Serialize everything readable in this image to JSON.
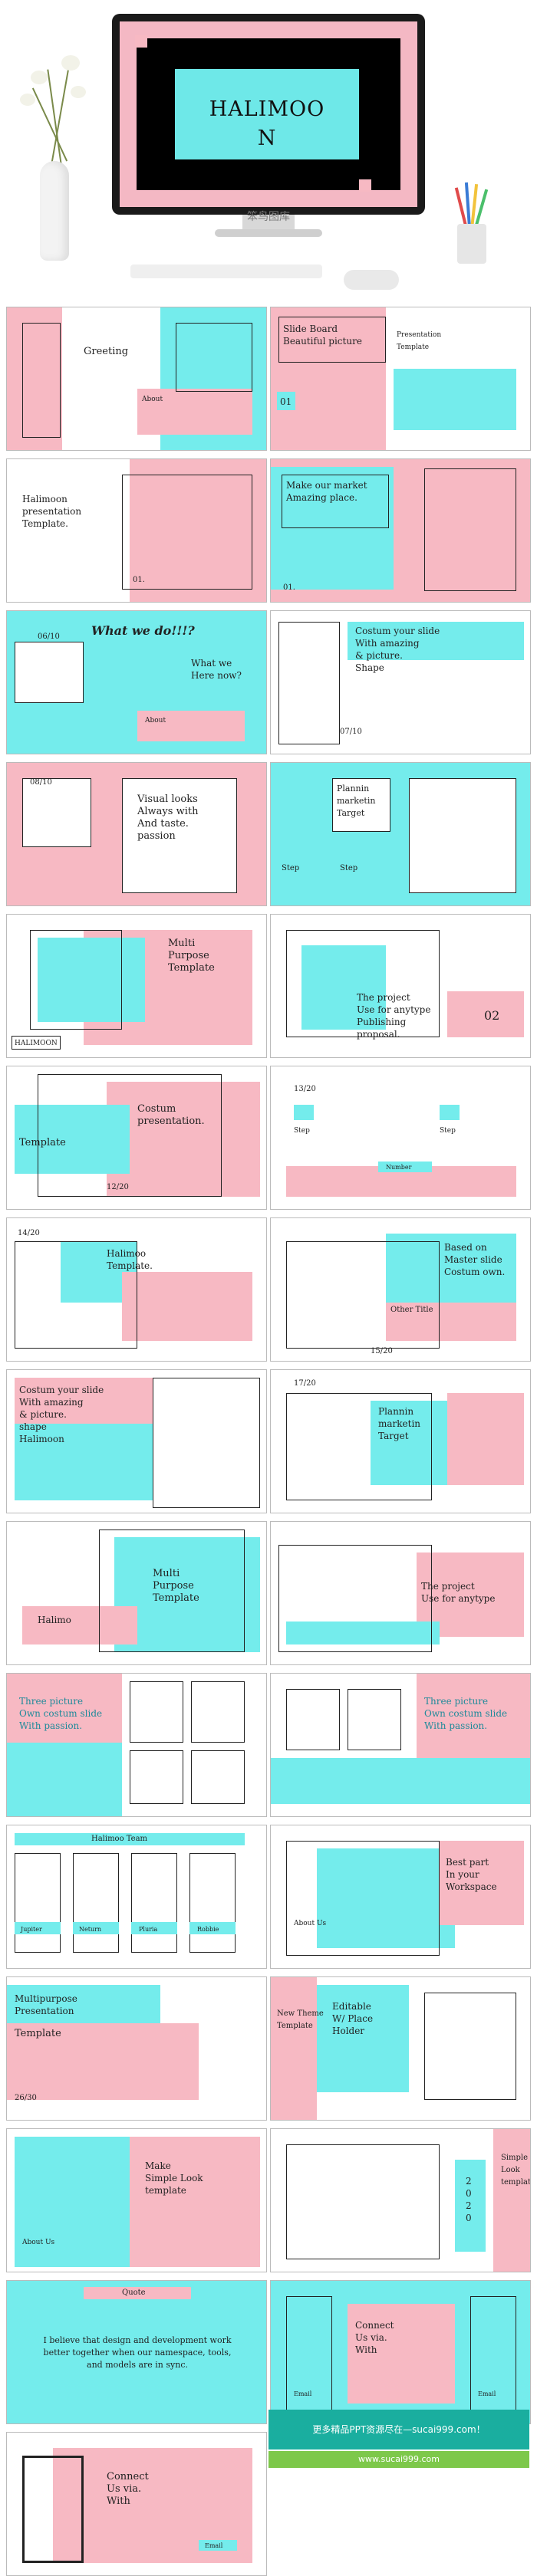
{
  "hero": {
    "title": "HALIMOO\nN",
    "caption": "笨鸟图库"
  },
  "slides": [
    {
      "t1": "Greeting",
      "t2": "About",
      "t3": "Greeting"
    },
    {
      "t1": "Slide Board\nBeautiful picture",
      "t2": "Presentation\nTemplate",
      "t3": "01"
    },
    {
      "t1": "Halimoon\npresentation\nTemplate.",
      "t2": "01."
    },
    {
      "t1": "Make our market\nAmazing place.",
      "t2": "01."
    },
    {
      "t1": "What we do!!!?",
      "t2": "What we\nHere now?",
      "t3": "06/10",
      "t4": "About"
    },
    {
      "t1": "Costum your slide\nWith amazing\n& picture.\nShape",
      "t2": "07/10"
    },
    {
      "t1": "Visual looks\nAlways with\nAnd taste.\npassion",
      "t2": "08/10"
    },
    {
      "t1": "Plannin\nmarketin\nTarget",
      "t2": "Step",
      "t3": "Step"
    },
    {
      "t1": "Multi\nPurpose\nTemplate",
      "t2": "HALIMOON"
    },
    {
      "t1": "The project\nUse for anytype\nPublishing\nproposal.",
      "t2": "02"
    },
    {
      "t1": "Costum\npresentation.",
      "t2": "Template",
      "t3": "12/20"
    },
    {
      "t1": "13/20",
      "t2": "Step",
      "t3": "Step",
      "t4": "Number"
    },
    {
      "t1": "14/20",
      "t2": "Halimoo\nTemplate."
    },
    {
      "t1": "Based on\nMaster slide\nCostum own.",
      "t2": "Other Title",
      "t3": "15/20"
    },
    {
      "t1": "Costum your slide\nWith amazing\n& picture.\nshape\nHalimoon"
    },
    {
      "t1": "17/20",
      "t2": "Plannin\nmarketin\nTarget"
    },
    {
      "t1": "Multi\nPurpose\nTemplate",
      "t2": "Halimo"
    },
    {
      "t1": "The project\nUse for anytype"
    },
    {
      "t1": "Three picture\nOwn costum slide\nWith passion."
    },
    {
      "t1": "Three picture\nOwn costum slide\nWith passion."
    },
    {
      "t1": "Halimoo Team",
      "t2": "Jupiter",
      "t3": "Neturn",
      "t4": "Pluria",
      "t5": "Robbie"
    },
    {
      "t1": "Best part\nIn your\nWorkspace",
      "t2": "About Us"
    },
    {
      "t1": "Multipurpose\nPresentation",
      "t2": "Template",
      "t3": "26/30"
    },
    {
      "t1": "Editable\nW/ Place\nHolder",
      "t2": "New Theme\nTemplate"
    },
    {
      "t1": "Make\nSimple Look\ntemplate",
      "t2": "About Us"
    },
    {
      "t1": "Simple Look\ntemplate",
      "t2": "2\n0\n2\n0"
    },
    {
      "t1": "Quote",
      "t2": "I believe that design and development work\nbetter together when our namespace, tools,\nand models are in sync."
    },
    {
      "t1": "Connect\nUs via.\nWith",
      "t2": "Email",
      "t3": "Email"
    },
    {
      "t1": "Connect\nUs via.\nWith",
      "t2": "Email"
    }
  ],
  "banner": {
    "line1": "更多精品PPT资源尽在—sucai999.com！",
    "line2": "www.sucai999.com"
  },
  "colors": {
    "pink": "#f7b9c3",
    "cyan": "#74ecec",
    "dark": "#222222"
  }
}
